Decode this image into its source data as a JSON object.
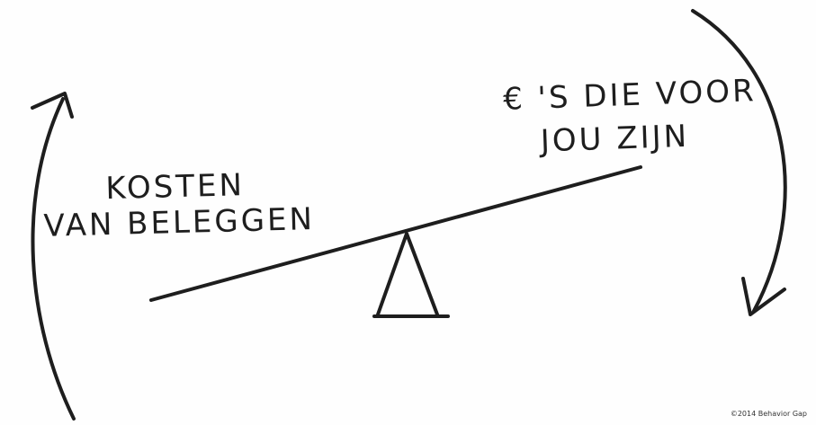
{
  "labels": {
    "costs_line1": "KOSTEN",
    "costs_line2": "VAN BELEGGEN",
    "money_line1": "€ 'S DIE VOOR",
    "money_line2": "JOU ZIJN"
  },
  "copyright": "©2014 Behavior Gap",
  "colors": {
    "ink": "#1e1e1e",
    "paper": "#fefefe"
  }
}
